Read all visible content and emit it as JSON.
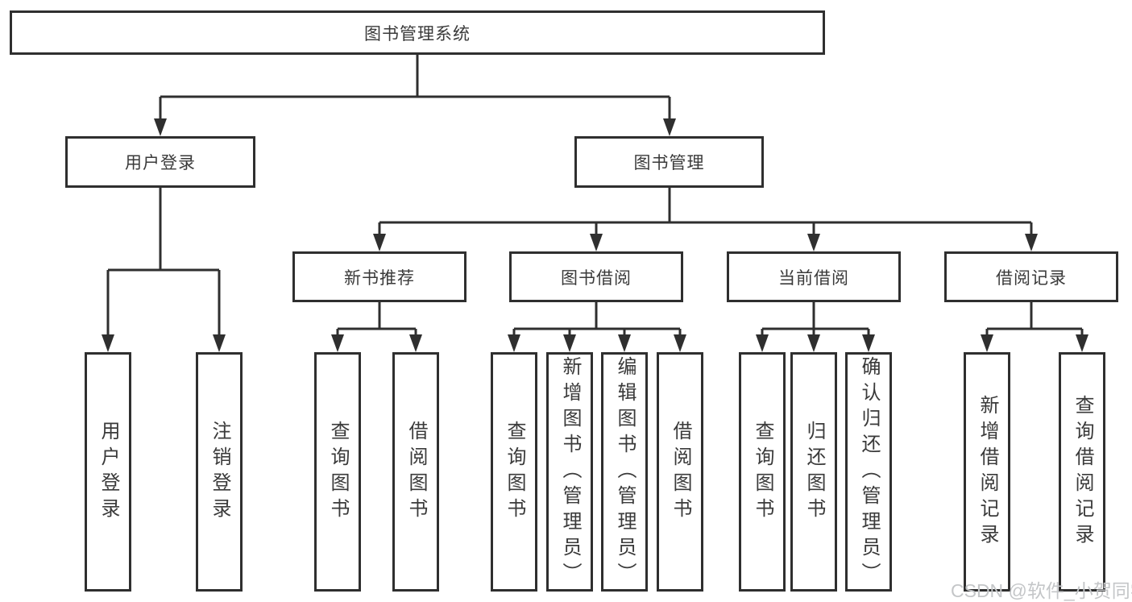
{
  "colors": {
    "background": "#ffffff",
    "line": "#2f2f2f",
    "text": "#3a3a3a",
    "watermark": "#c4c6c8"
  },
  "watermark": {
    "text": "CSDN @软件_小贺同学"
  },
  "tree": {
    "label": "图书管理系统",
    "children": [
      {
        "label": "用户登录",
        "children": [
          {
            "label": "用户登录"
          },
          {
            "label": "注销登录"
          }
        ]
      },
      {
        "label": "图书管理",
        "children": [
          {
            "label": "新书推荐",
            "children": [
              {
                "label": "查询图书"
              },
              {
                "label": "借阅图书"
              }
            ]
          },
          {
            "label": "图书借阅",
            "children": [
              {
                "label": "查询图书"
              },
              {
                "label": "新增图书（管理员）"
              },
              {
                "label": "编辑图书（管理员）"
              },
              {
                "label": "借阅图书"
              }
            ]
          },
          {
            "label": "当前借阅",
            "children": [
              {
                "label": "查询图书"
              },
              {
                "label": "归还图书"
              },
              {
                "label": "确认归还（管理员）"
              }
            ]
          },
          {
            "label": "借阅记录",
            "children": [
              {
                "label": "新增借阅记录"
              },
              {
                "label": "查询借阅记录"
              }
            ]
          }
        ]
      }
    ]
  }
}
